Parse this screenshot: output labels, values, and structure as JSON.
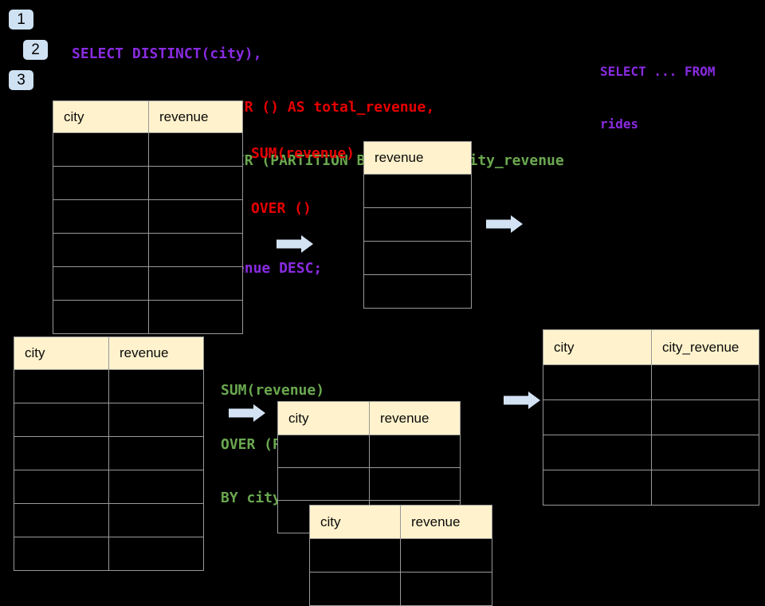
{
  "colors": {
    "purple": "#8A2BE2",
    "red": "#E60000",
    "green": "#6AA84F",
    "badge_bg": "#CFE2F3",
    "arrow": "#D3E3F4",
    "header_bg": "#FFF2CC",
    "tbl_border": "#999999"
  },
  "badges": [
    {
      "label": "1"
    },
    {
      "label": "2"
    },
    {
      "label": "3"
    }
  ],
  "sql_code": {
    "lines": [
      {
        "text": "SELECT DISTINCT(city),",
        "color": "purple"
      },
      {
        "text": "    SUM(revenue) OVER () AS total_revenue,",
        "color": "red"
      },
      {
        "text": "    SUM(revenue) OVER (PARTITION BY city) as city_revenue",
        "color": "green"
      },
      {
        "text": "  FROM rides",
        "color": "purple"
      },
      {
        "text": "  ORDER by city_revenue DESC;",
        "color": "purple"
      }
    ]
  },
  "side_note": {
    "lines": [
      "SELECT ... FROM",
      "rides"
    ],
    "color": "purple"
  },
  "labels": {
    "total_label": {
      "lines": [
        "SUM(revenue)",
        "OVER ()"
      ],
      "color": "red"
    },
    "partition_label": {
      "lines": [
        "SUM(revenue)",
        "OVER (PARTITION",
        "BY city)"
      ],
      "color": "green"
    }
  },
  "tables": {
    "source_top": {
      "headers": [
        "city",
        "revenue"
      ],
      "row_count": 6
    },
    "total_revenue": {
      "headers": [
        "revenue"
      ],
      "row_count": 4
    },
    "source_bottom": {
      "headers": [
        "city",
        "revenue"
      ],
      "row_count": 6
    },
    "partition_mid": {
      "headers": [
        "city",
        "revenue"
      ],
      "row_count": 3
    },
    "partition_overlay": {
      "headers": [
        "city",
        "revenue"
      ],
      "row_count": 2
    },
    "city_revenue_result": {
      "headers": [
        "city",
        "city_revenue"
      ],
      "row_count": 4
    }
  }
}
